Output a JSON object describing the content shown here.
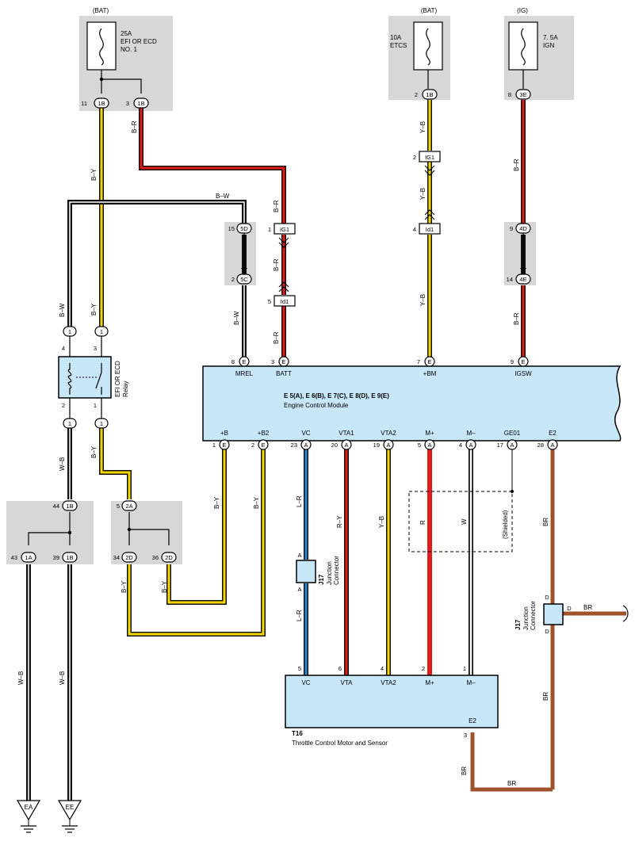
{
  "sources": {
    "bat_left": {
      "tag": "(BAT)",
      "fuse": [
        "25A",
        "EFI OR ECD",
        "NO. 1"
      ]
    },
    "bat_right": {
      "tag": "(BAT)",
      "fuse": [
        "10A",
        "ETCS"
      ]
    },
    "ig": {
      "tag": "(IG)",
      "fuse": [
        "7. 5A",
        "IGN"
      ]
    }
  },
  "connectors": {
    "c_11_1b": {
      "pin": "11",
      "name": "1B"
    },
    "c_3_1b": {
      "pin": "3",
      "name": "1B"
    },
    "c_2_1b": {
      "pin": "2",
      "name": "1B"
    },
    "c_8_3e": {
      "pin": "8",
      "name": "3E"
    },
    "c_1_ig1": {
      "pin": "1",
      "name": "IG1"
    },
    "c_2_ig1": {
      "pin": "2",
      "name": "IG1"
    },
    "c_5_id1": {
      "pin": "5",
      "name": "Id1"
    },
    "c_4_id1": {
      "pin": "4",
      "name": "Id1"
    },
    "c_15_5d": {
      "pin": "15",
      "name": "5D"
    },
    "c_2_5c": {
      "pin": "2",
      "name": "5C"
    },
    "c_9_4d": {
      "pin": "9",
      "name": "4D"
    },
    "c_14_4e": {
      "pin": "14",
      "name": "4E"
    },
    "c_44_1b": {
      "pin": "44",
      "name": "1B"
    },
    "c_43_1a": {
      "pin": "43",
      "name": "1A"
    },
    "c_39_1b": {
      "pin": "39",
      "name": "1B"
    },
    "c_5_2a": {
      "pin": "5",
      "name": "2A"
    },
    "c_34_2d": {
      "pin": "34",
      "name": "2D"
    },
    "c_36_2d": {
      "pin": "36",
      "name": "2D"
    }
  },
  "relay": {
    "title": [
      "EFI OR ECD",
      "Relay"
    ],
    "pin_top_left": "4",
    "pin_top_right": "3",
    "pin_bot_left": "2",
    "pin_bot_right": "1",
    "conn_top_left": "1",
    "conn_top_right": "1",
    "conn_bot_left": "1",
    "conn_bot_right": "1"
  },
  "ecm": {
    "title": "E 5(A), E 6(B), E 7(C), E 8(D), E 9(E)",
    "subtitle": "Engine Control Module",
    "top_pins": [
      {
        "pin": "8",
        "conn": "E",
        "label": "MREL"
      },
      {
        "pin": "3",
        "conn": "E",
        "label": "BATT"
      },
      {
        "pin": "7",
        "conn": "E",
        "label": "+BM"
      },
      {
        "pin": "9",
        "conn": "E",
        "label": "IGSW"
      }
    ],
    "bottom_pins": [
      {
        "pin": "1",
        "conn": "E",
        "label": "+B"
      },
      {
        "pin": "2",
        "conn": "E",
        "label": "+B2"
      },
      {
        "pin": "23",
        "conn": "A",
        "label": "VC"
      },
      {
        "pin": "20",
        "conn": "A",
        "label": "VTA1"
      },
      {
        "pin": "19",
        "conn": "A",
        "label": "VTA2"
      },
      {
        "pin": "5",
        "conn": "A",
        "label": "M+"
      },
      {
        "pin": "4",
        "conn": "A",
        "label": "M–"
      },
      {
        "pin": "17",
        "conn": "A",
        "label": "GE01"
      },
      {
        "pin": "28",
        "conn": "A",
        "label": "E2"
      }
    ]
  },
  "throttle": {
    "code": "T16",
    "name": "Throttle Control Motor and Sensor",
    "pins": [
      {
        "pin": "5",
        "label": "VC"
      },
      {
        "pin": "6",
        "label": "VTA"
      },
      {
        "pin": "4",
        "label": "VTA2"
      },
      {
        "pin": "2",
        "label": "M+"
      },
      {
        "pin": "1",
        "label": "M–"
      }
    ],
    "e2_label": "E2",
    "e2_pin": "3"
  },
  "junction_left": {
    "code": "J17",
    "name": [
      "Junction",
      "Connector"
    ],
    "top": "A",
    "bottom": "A"
  },
  "junction_right": {
    "code": "J17",
    "name": [
      "Junction",
      "Connector"
    ],
    "top": "D",
    "bottom": "D",
    "side": "D"
  },
  "shielded": "(Shielded)",
  "wires": {
    "by": "B–Y",
    "br_red": "B–R",
    "bw": "B–W",
    "yb": "Y–B",
    "wb": "W–B",
    "lr": "L–R",
    "ry": "R–Y",
    "r": "R",
    "w": "W",
    "br": "BR"
  },
  "grounds": {
    "ea": "EA",
    "ee": "EE"
  },
  "colors": {
    "black": "#111111",
    "yellow": "#f5d800",
    "red": "#e01b1b",
    "blue": "#2a86d9",
    "brown": "#a0522d",
    "gray_box": "#d7d7d7",
    "ecm_fill": "#c7e6f7"
  }
}
